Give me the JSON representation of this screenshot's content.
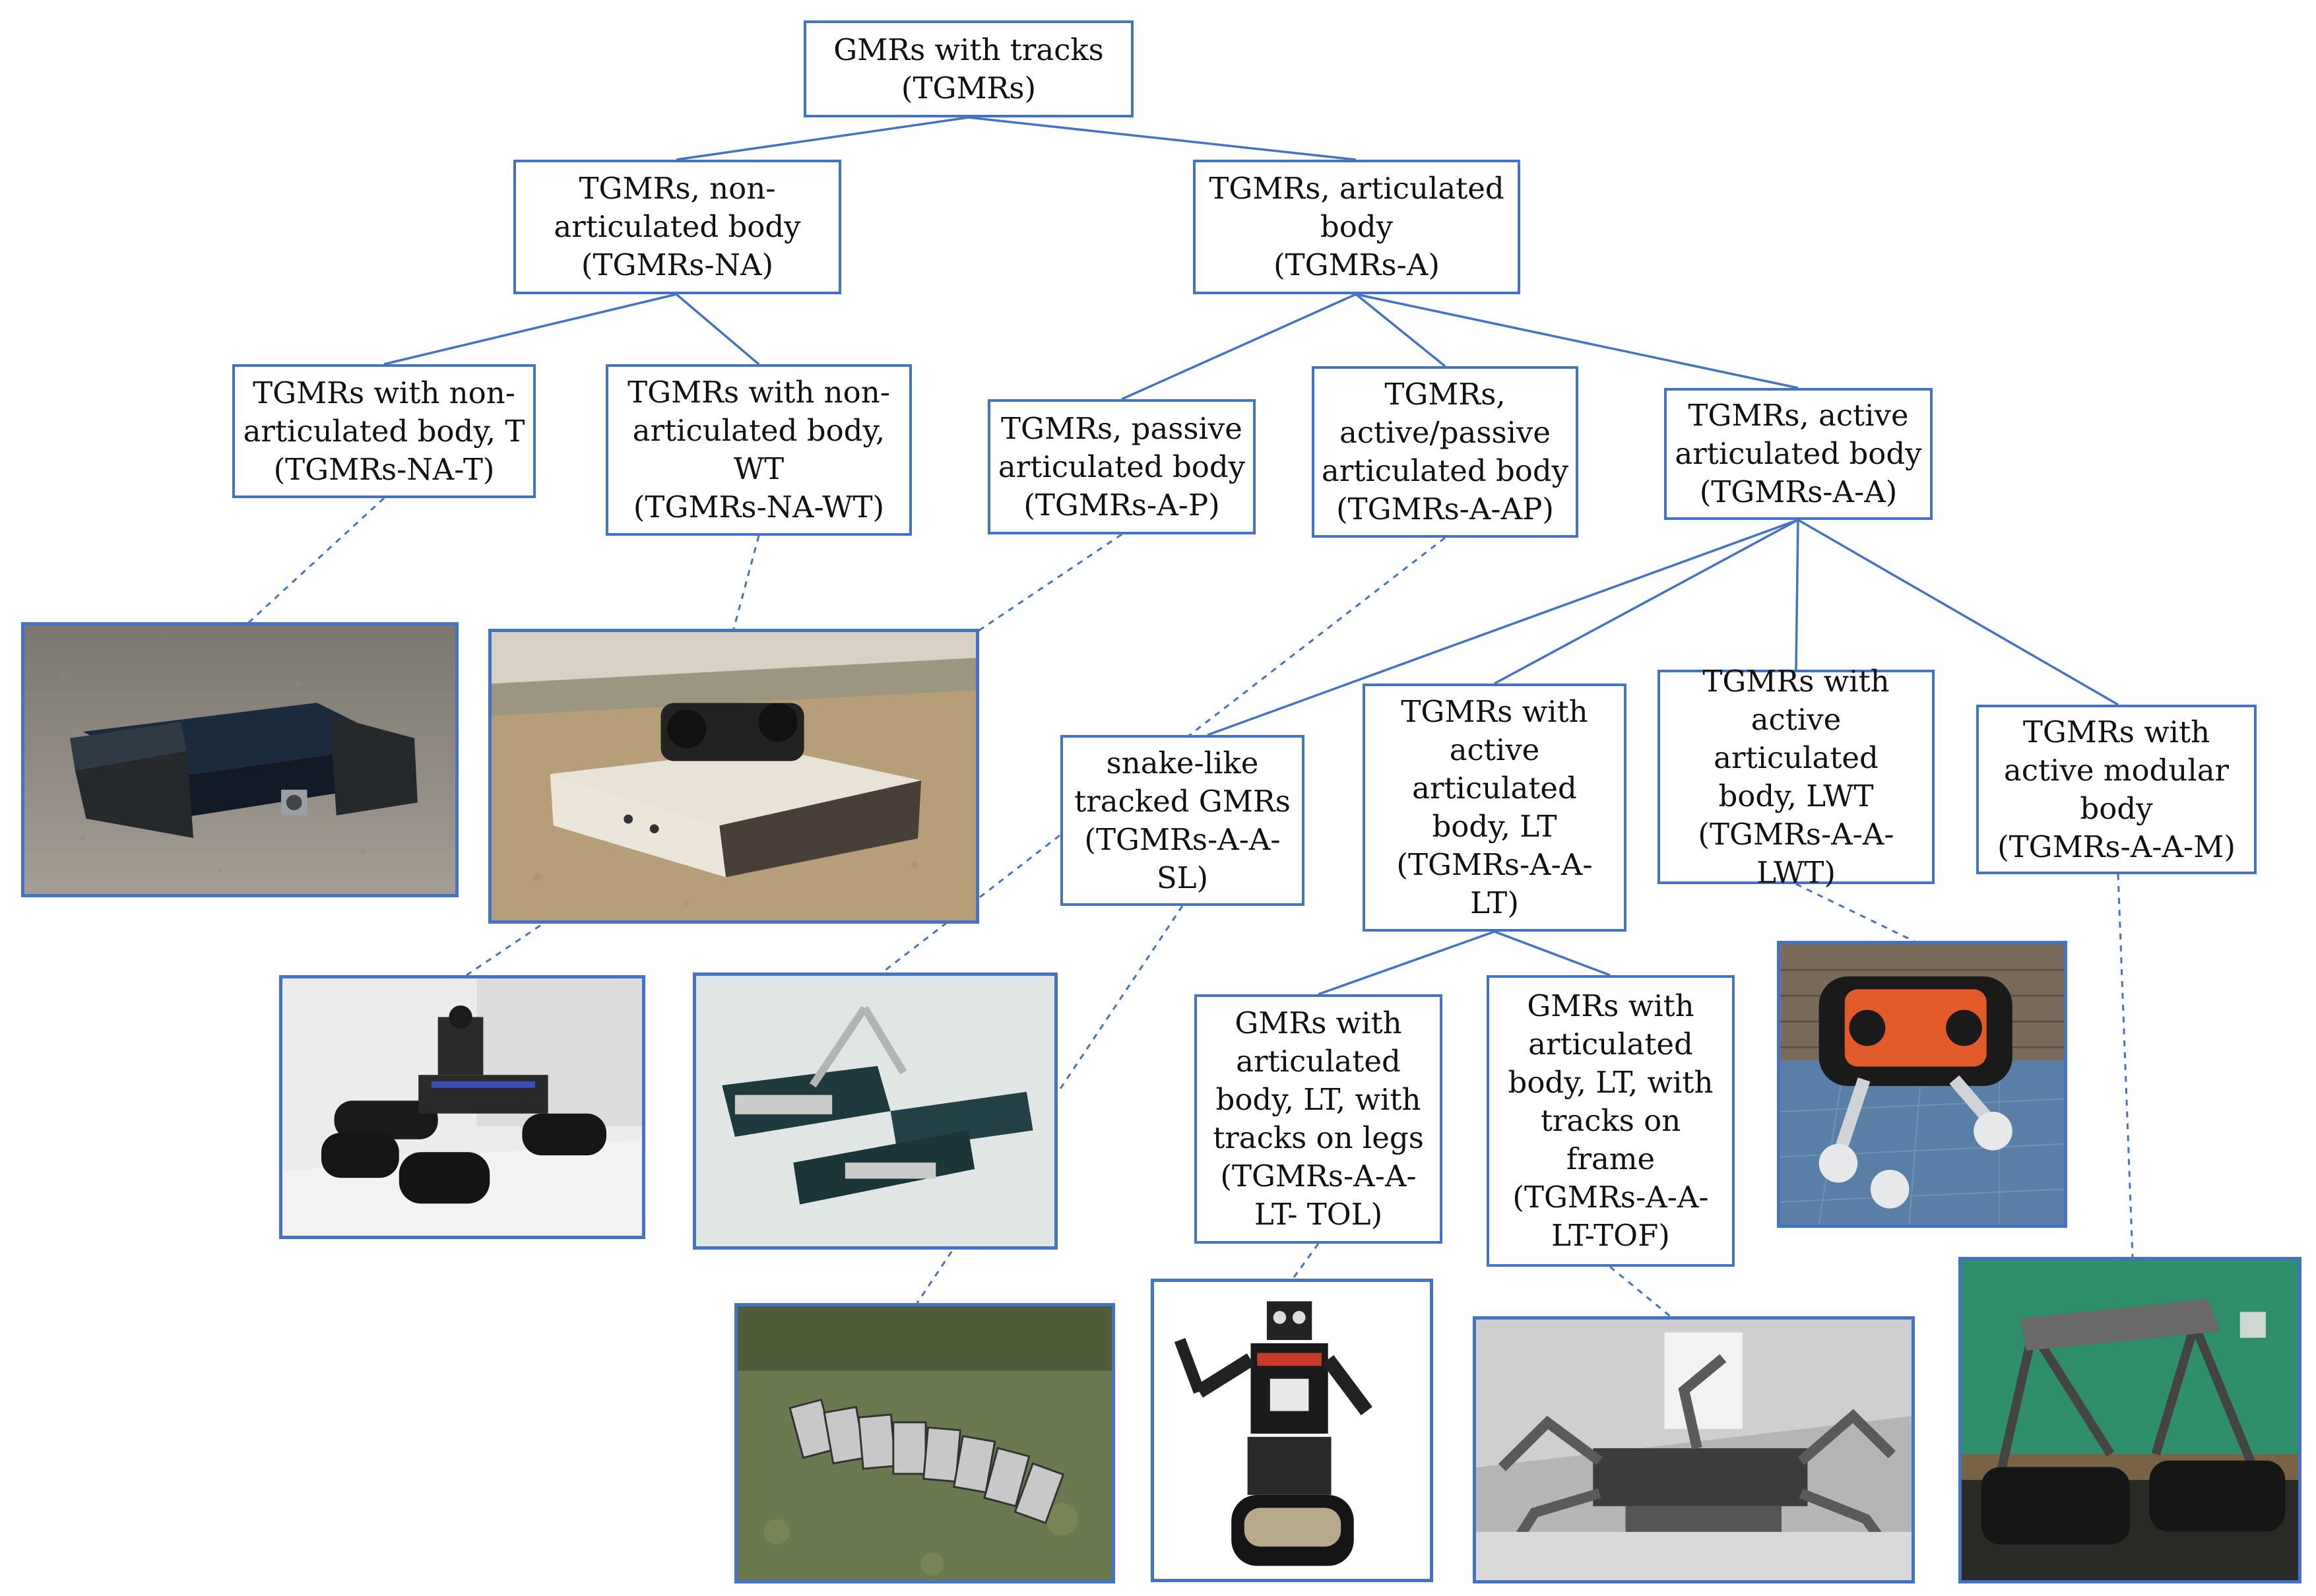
{
  "diagram": {
    "nodes": {
      "root": "GMRs with tracks\n(TGMRs)",
      "na": "TGMRs, non-\narticulated body\n(TGMRs-NA)",
      "a": "TGMRs, articulated\nbody\n(TGMRs-A)",
      "na_t": "TGMRs with non-\narticulated body, T\n(TGMRs-NA-T)",
      "na_wt": "TGMRs with non-\narticulated body,\nWT\n(TGMRs-NA-WT)",
      "a_p": "TGMRs, passive\narticulated body\n(TGMRs-A-P)",
      "a_ap": "TGMRs,\nactive/passive\narticulated body\n(TGMRs-A-AP)",
      "a_a": "TGMRs, active\narticulated body\n(TGMRs-A-A)",
      "a_a_sl": "snake-like\ntracked GMRs\n(TGMRs-A-A-\nSL)",
      "a_a_lt": "TGMRs with\nactive\narticulated\nbody, LT\n(TGMRs-A-A-\nLT)",
      "a_a_lwt": "TGMRs with\nactive articulated\nbody, LWT\n(TGMRs-A-A-\nLWT)",
      "a_a_m": "TGMRs with\nactive modular\nbody\n(TGMRs-A-A-M)",
      "lt_tol": "GMRs with\narticulated\nbody, LT, with\ntracks on legs\n(TGMRs-A-A-\nLT- TOL)",
      "lt_tof": "GMRs with\narticulated\nbody, LT, with\ntracks on\nframe\n(TGMRs-A-A-\nLT-TOF)"
    },
    "photos": [
      "tracked-robot-na-t-photo",
      "tracked-robot-na-wt-photo",
      "tracked-robot-a-p-photo",
      "tracked-robot-a-ap-photo",
      "snake-robot-photo",
      "humanoid-tracked-robot-photo",
      "hexapod-tracked-robot-photo",
      "lwt-robot-photo",
      "modular-robot-photo"
    ],
    "colors": {
      "box_border": "#4472c4",
      "connector": "#4472c4",
      "text": "#111111"
    }
  }
}
